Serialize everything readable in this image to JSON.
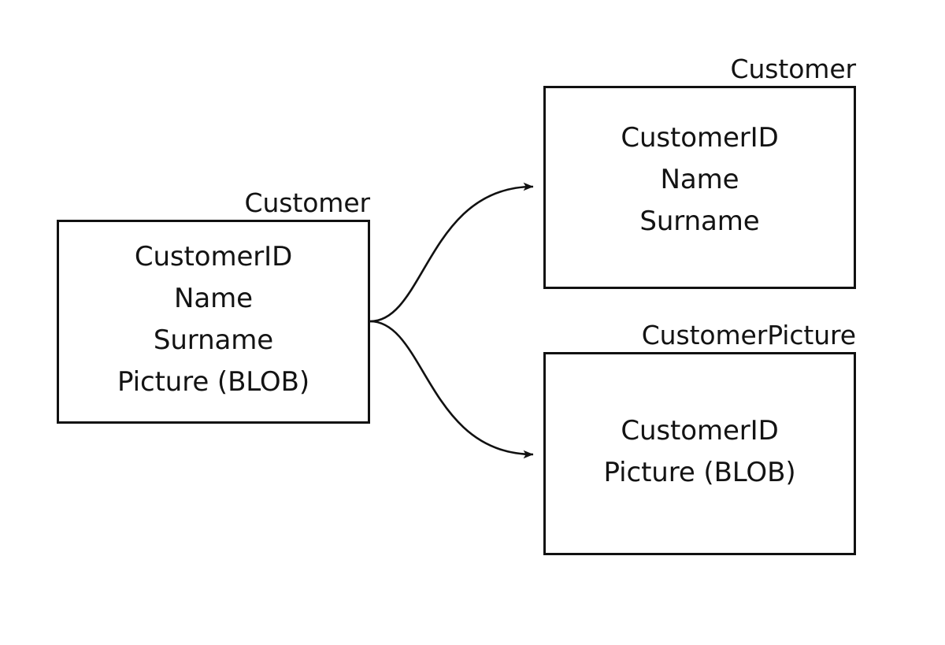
{
  "diagram": {
    "type": "entity-split-diagram",
    "background_color": "#ffffff",
    "line_color": "#111111",
    "text_color": "#131313",
    "source": {
      "title": "Customer",
      "fields": [
        "CustomerID",
        "Name",
        "Surname",
        "Picture (BLOB)"
      ]
    },
    "targets": [
      {
        "id": "customer",
        "title": "Customer",
        "fields": [
          "CustomerID",
          "Name",
          "Surname"
        ]
      },
      {
        "id": "customerpicture",
        "title": "CustomerPicture",
        "fields": [
          "CustomerID",
          "Picture (BLOB)"
        ]
      }
    ],
    "connectors": [
      {
        "id": "to-customer",
        "from": "source",
        "to": "customer",
        "style": "curved-arrow",
        "arrowhead": "filled-triangle"
      },
      {
        "id": "to-customerpicture",
        "from": "source",
        "to": "customerpicture",
        "style": "curved-arrow",
        "arrowhead": "filled-triangle"
      }
    ]
  }
}
